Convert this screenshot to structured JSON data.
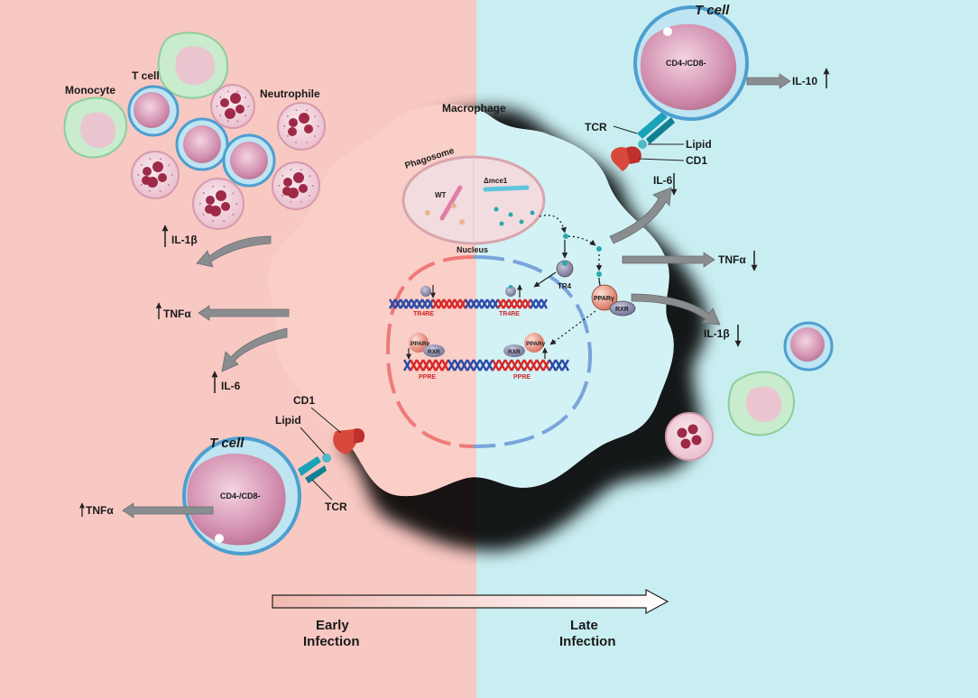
{
  "phases": {
    "early": [
      "Early",
      "Infection"
    ],
    "late": [
      "Late",
      "Infection"
    ]
  },
  "cells": {
    "monocyte": "Monocyte",
    "t_cell_small": "T cell",
    "neutrophile": "Neutrophile",
    "macrophage": "Macrophage",
    "t_cell": "T cell",
    "t_cell_marker": "CD4-/CD8-"
  },
  "organelles": {
    "phagosome": "Phagosome",
    "nucleus": "Nucleus",
    "wt": "WT",
    "mutant": "Δmce1"
  },
  "molecules": {
    "tcr": "TCR",
    "lipid": "Lipid",
    "cd1": "CD1",
    "tr4": "TR4",
    "ppar": "PPARγ",
    "rxr": "RXR",
    "tr4re": "TR4RE",
    "ppre": "PPRE"
  },
  "cytokines": {
    "il1b": "IL-1β",
    "tnfa": "TNFα",
    "il6": "IL-6",
    "il10": "IL-10"
  },
  "colors": {
    "early_bg": "#f8c8c2",
    "late_bg": "#c9eef2",
    "dna_blue": "#2c4aa8",
    "dna_red": "#d62828",
    "label_red": "#d02828"
  }
}
